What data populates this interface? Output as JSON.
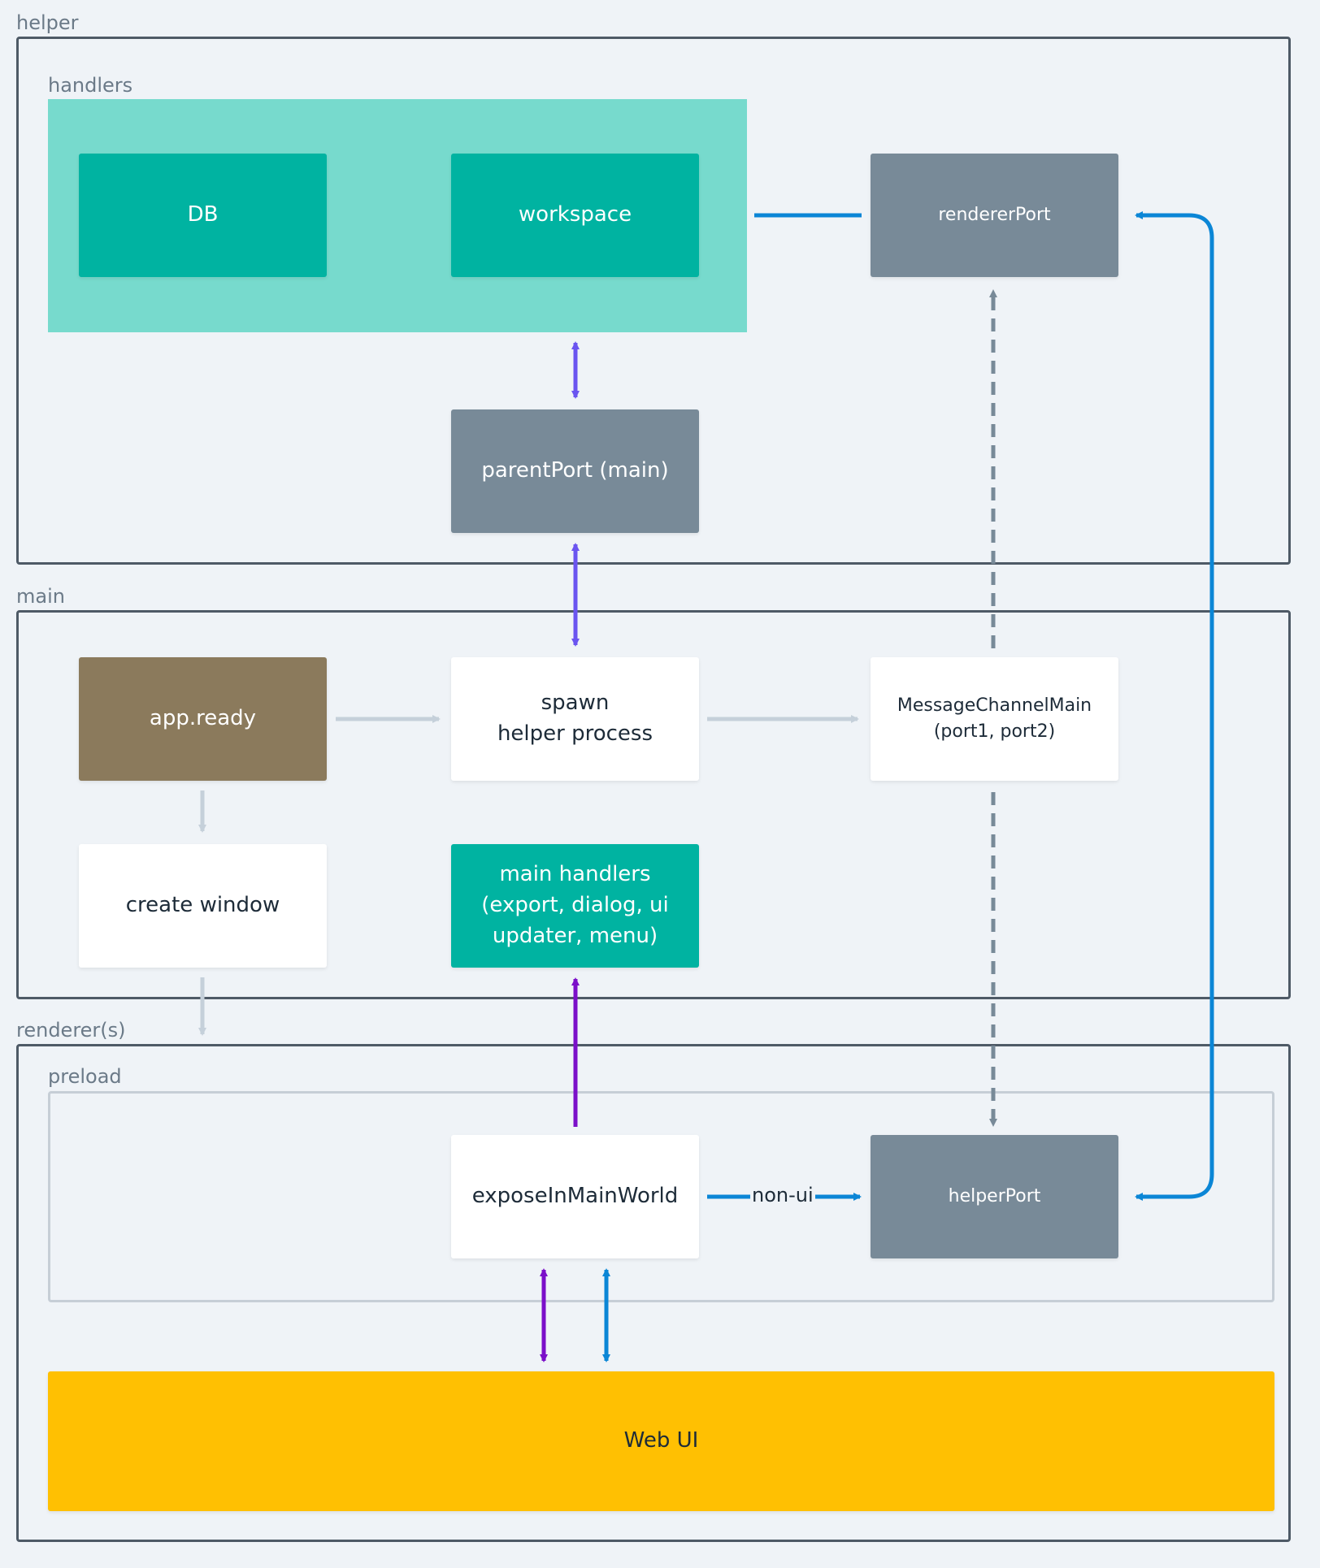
{
  "groups": {
    "helper": "helper",
    "handlers": "handlers",
    "main": "main",
    "renderers": "renderer(s)",
    "preload": "preload"
  },
  "nodes": {
    "db": "DB",
    "workspace": "workspace",
    "renderer_port": "rendererPort",
    "parent_port": "parentPort (main)",
    "app_ready": "app.ready",
    "spawn_helper": "spawn\nhelper process",
    "message_channel": "MessageChannelMain\n(port1, port2)",
    "create_window": "create window",
    "main_handlers": "main handlers\n(export, dialog, ui\nupdater, menu)",
    "expose_in_main_world": "exposeInMainWorld",
    "helper_port": "helperPort",
    "web_ui": "Web UI"
  },
  "edge_labels": {
    "non_ui": "non-ui"
  },
  "colors": {
    "blue_arrow": "#0b86d6",
    "violet_arrow": "#6a54f0",
    "purple_arrow": "#7b0fc9",
    "light_arrow": "#c5d0da",
    "dashed_arrow": "#788a98",
    "teal": "#00b3a1",
    "handlers_area": "#77dacd",
    "gray_node": "#788a98",
    "brown_node": "#8b7a5c",
    "yellow_node": "#ffc002"
  }
}
